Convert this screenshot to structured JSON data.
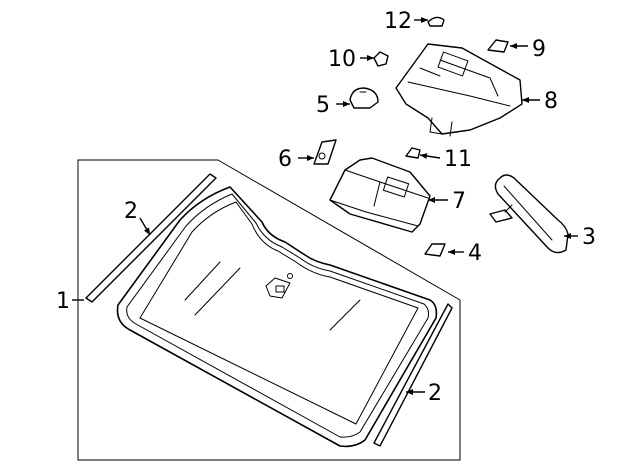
{
  "callouts": [
    {
      "id": "c1",
      "label": "1"
    },
    {
      "id": "c2a",
      "label": "2"
    },
    {
      "id": "c2b",
      "label": "2"
    },
    {
      "id": "c3",
      "label": "3"
    },
    {
      "id": "c4",
      "label": "4"
    },
    {
      "id": "c5",
      "label": "5"
    },
    {
      "id": "c6",
      "label": "6"
    },
    {
      "id": "c7",
      "label": "7"
    },
    {
      "id": "c8",
      "label": "8"
    },
    {
      "id": "c9",
      "label": "9"
    },
    {
      "id": "c10",
      "label": "10"
    },
    {
      "id": "c11",
      "label": "11"
    },
    {
      "id": "c12",
      "label": "12"
    }
  ],
  "colors": {
    "stroke": "#000000",
    "background": "#ffffff"
  }
}
